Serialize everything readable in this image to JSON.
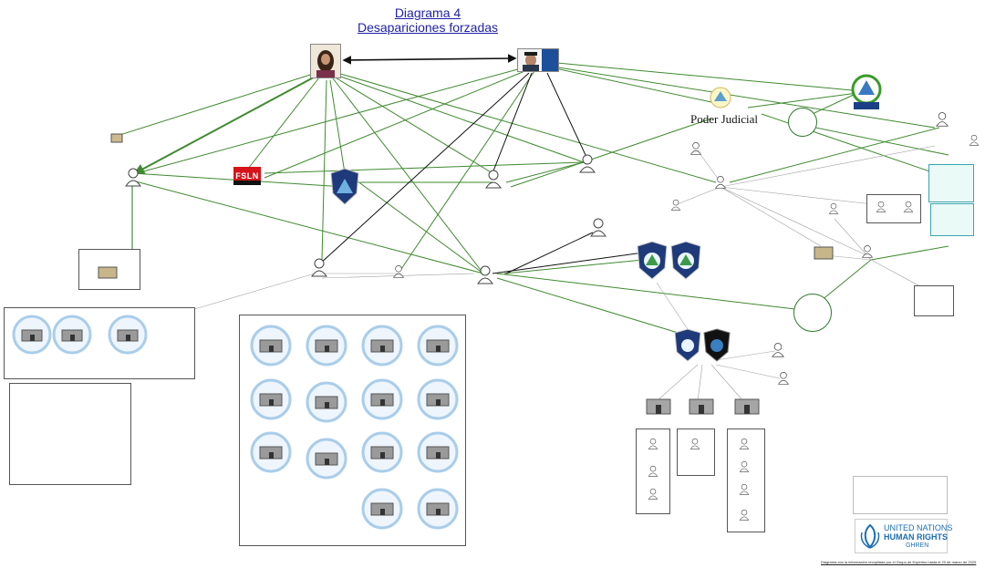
{
  "title": {
    "line1": "Diagrama 4",
    "line2": "Desapariciones forzadas"
  },
  "institutions": {
    "poder_judicial": "Poder Judicial",
    "fsln": "FSLN"
  },
  "source_note": "Diagrama con la información recopilada por el Grupo de Expertos hasta el 20 de marzo de 2025",
  "un_logo": {
    "line1": "UNITED NATIONS",
    "line2": "HUMAN RIGHTS",
    "line3": "GHREN"
  },
  "colors": {
    "title": "#1f1fa8",
    "edge_green": "#3f8a2f",
    "edge_dark_green": "#2b6e22",
    "edge_black": "#111111",
    "edge_grey": "#9a9a9a",
    "prison_ring": "#a9cdea",
    "fsln_red": "#d5141a",
    "un_blue": "#1d6fb0"
  },
  "icons": [
    "person-icon",
    "prison-icon",
    "police-shield-icon",
    "judicial-seal-icon",
    "un-emblem-icon",
    "fsln-flag"
  ]
}
